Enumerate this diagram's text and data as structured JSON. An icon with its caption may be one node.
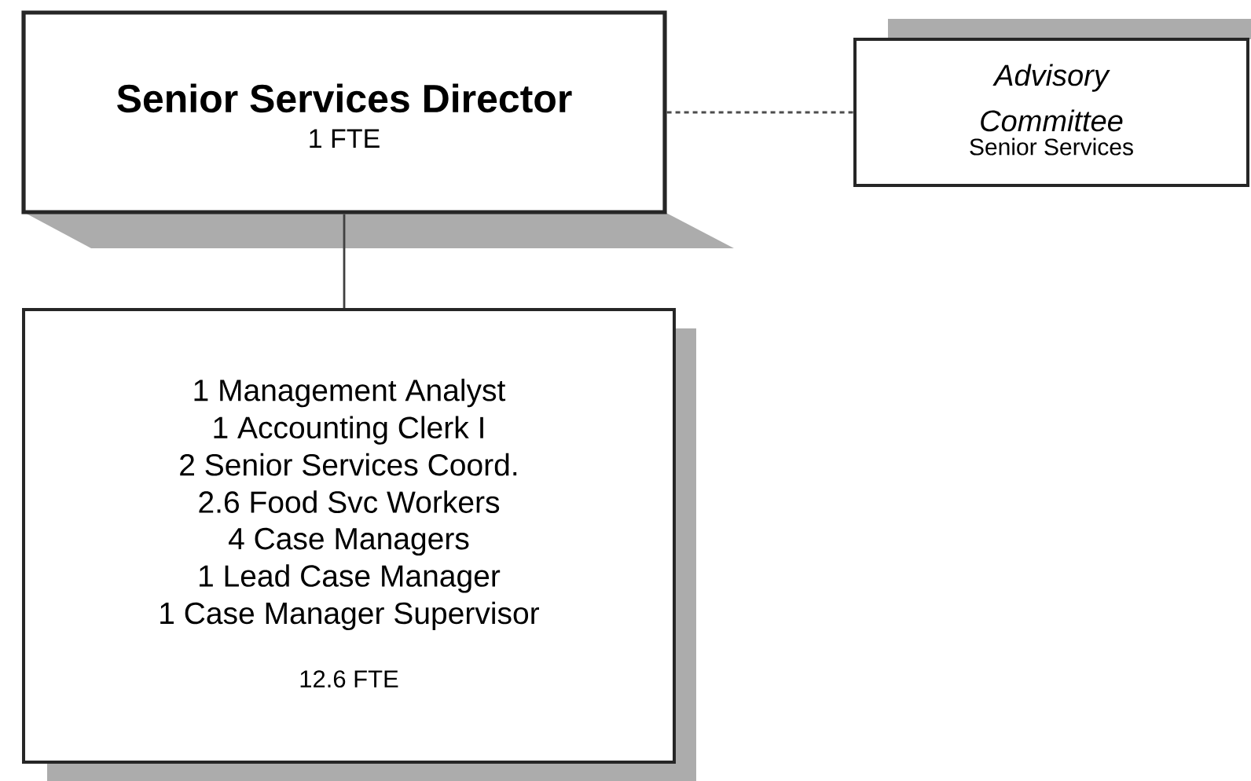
{
  "diagram": {
    "nodes": [
      {
        "text": [
          "Senior Services Director",
          "1 FTE"
        ]
      },
      {
        "text": [
          "Advisory Committee",
          "Senior Services"
        ]
      },
      {
        "text": [
          "1 Management Analyst",
          "1 Accounting Clerk I",
          "2 Senior Services Coord.",
          "2.6 Food Svc Workers",
          "4 Case Managers",
          "1 Lead Case Manager",
          "1 Case Manager Supervisor",
          "12.6 FTE"
        ]
      }
    ],
    "edges": [
      {
        "from": 0,
        "to": 1,
        "arrow": "none",
        "style": "dashed"
      },
      {
        "from": 0,
        "to": 2,
        "arrow": "none"
      }
    ]
  }
}
